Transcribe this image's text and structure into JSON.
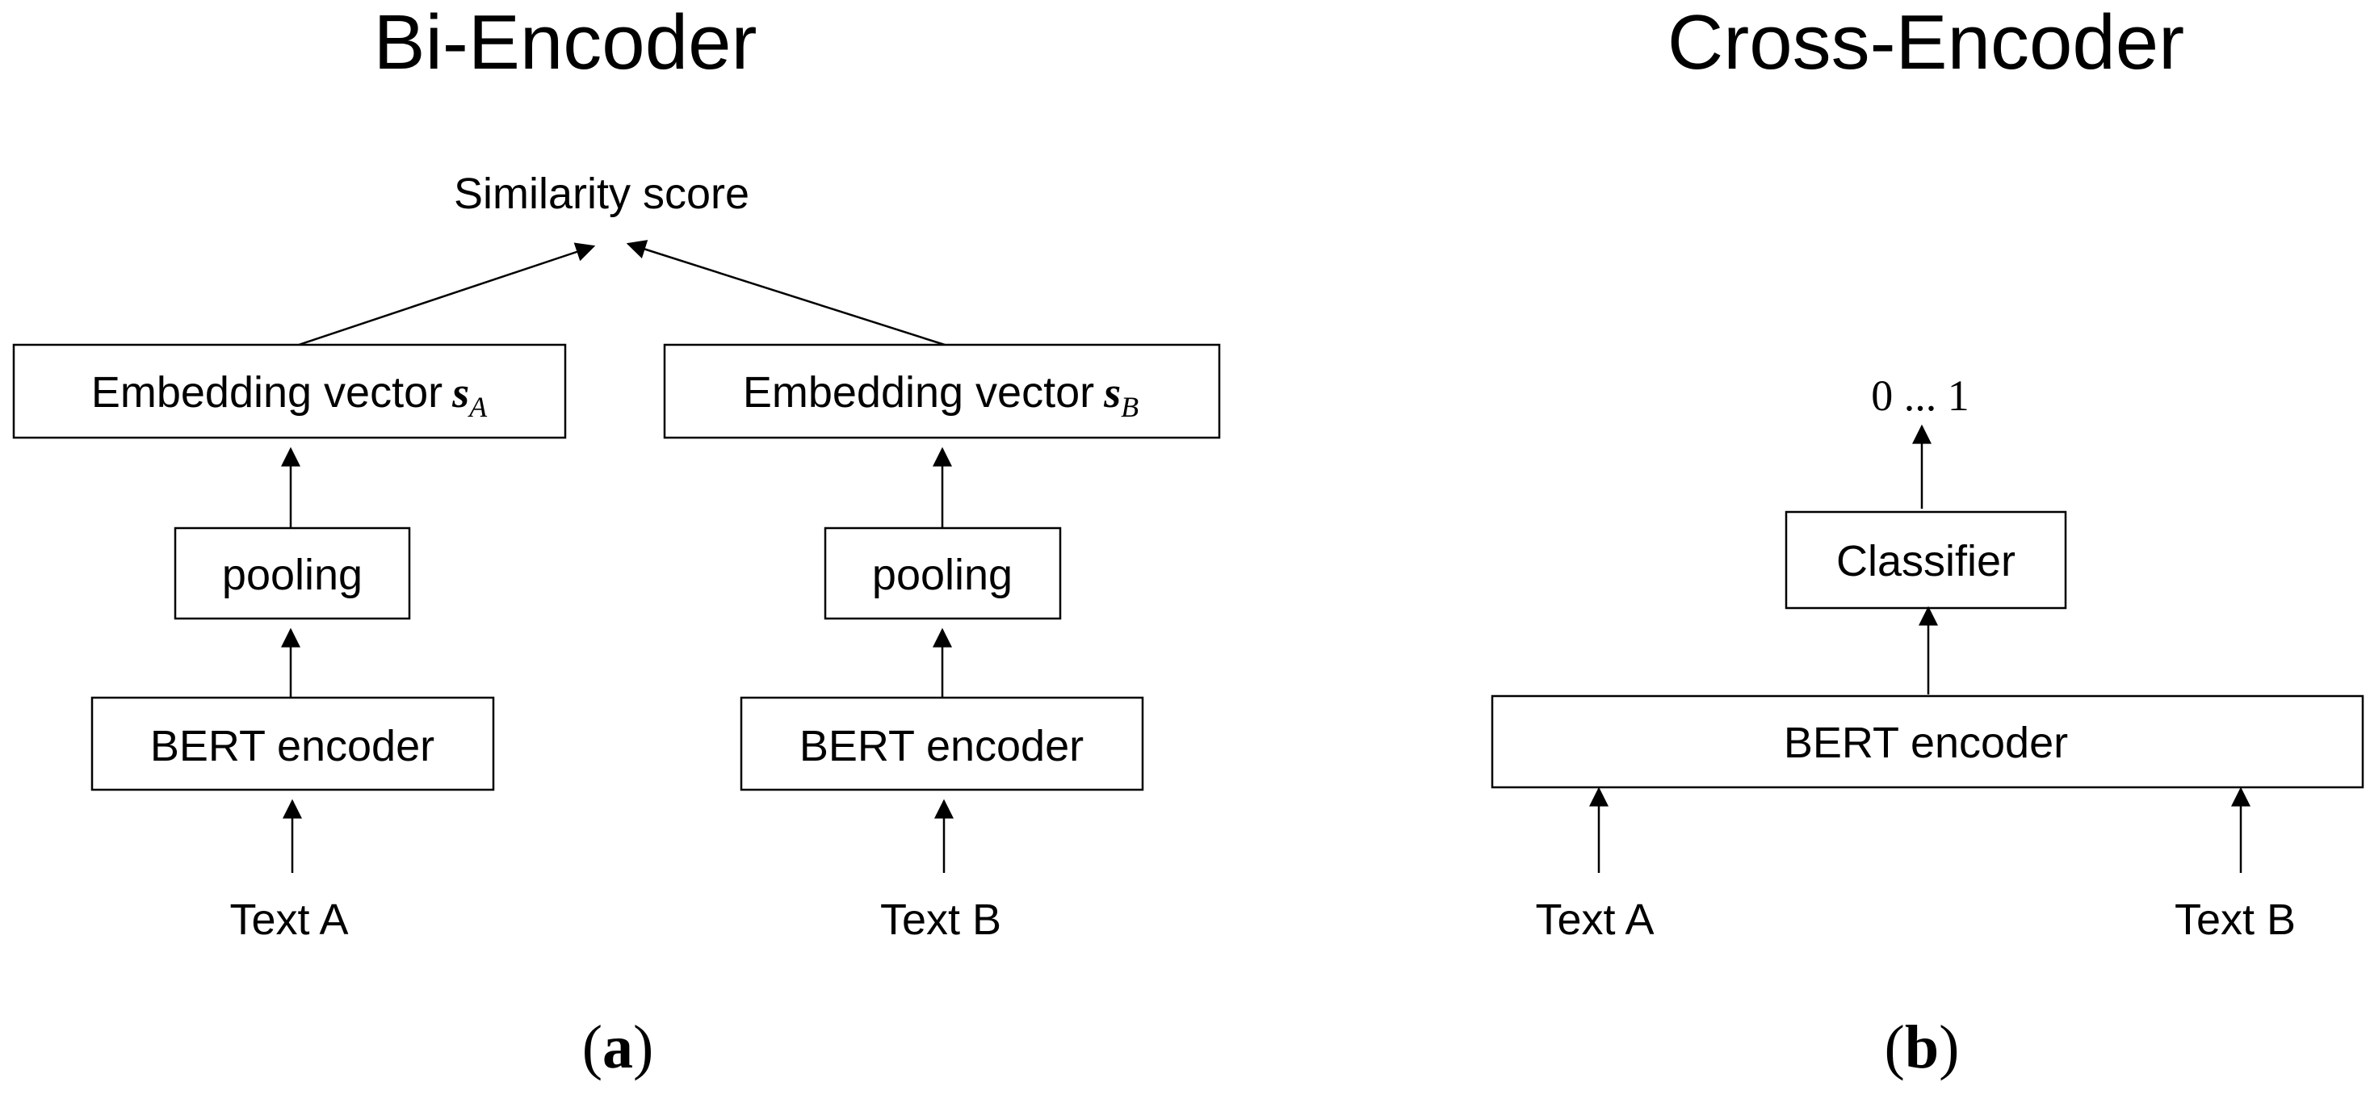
{
  "colors": {
    "line": "#000000",
    "background": "#ffffff"
  },
  "bi_encoder": {
    "title": "Bi-Encoder",
    "output_label": "Similarity score",
    "left": {
      "embedding_prefix": "Embedding vector",
      "embedding_symbol": "s",
      "embedding_subscript": "A",
      "pooling": "pooling",
      "encoder": "BERT encoder",
      "input": "Text A"
    },
    "right": {
      "embedding_prefix": "Embedding vector",
      "embedding_symbol": "s",
      "embedding_subscript": "B",
      "pooling": "pooling",
      "encoder": "BERT encoder",
      "input": "Text B"
    },
    "caption_open": "(",
    "caption_letter": "a",
    "caption_close": ")"
  },
  "cross_encoder": {
    "title": "Cross-Encoder",
    "output_label": "0 ... 1",
    "classifier": "Classifier",
    "encoder": "BERT encoder",
    "input_a": "Text A",
    "input_b": "Text B",
    "caption_open": "(",
    "caption_letter": "b",
    "caption_close": ")"
  }
}
